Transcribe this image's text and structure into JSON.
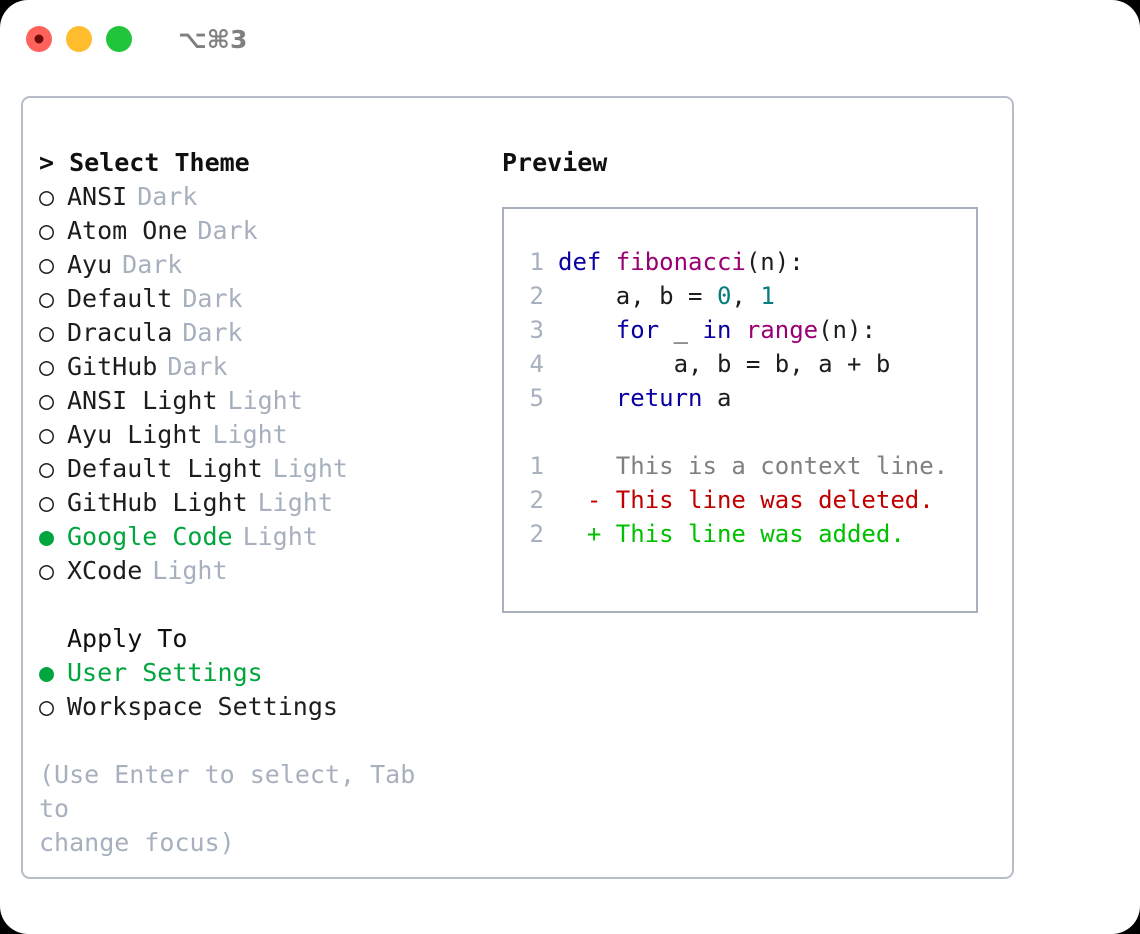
{
  "titlebar": {
    "shortcut": "⌥⌘3",
    "buttons": [
      {
        "name": "close",
        "color": "#ff625a"
      },
      {
        "name": "minimize",
        "color": "#ffbd2e"
      },
      {
        "name": "zoom",
        "color": "#21c53c"
      }
    ]
  },
  "theme_picker": {
    "header": "> Select Theme",
    "selected_bullet": "●",
    "unselected_bullet": "○",
    "accent_color": "#00a63d",
    "muted_color": "#a7b0be",
    "options": [
      {
        "name": "ANSI",
        "category": "Dark",
        "selected": false
      },
      {
        "name": "Atom One",
        "category": "Dark",
        "selected": false
      },
      {
        "name": "Ayu",
        "category": "Dark",
        "selected": false
      },
      {
        "name": "Default",
        "category": "Dark",
        "selected": false
      },
      {
        "name": "Dracula",
        "category": "Dark",
        "selected": false
      },
      {
        "name": "GitHub",
        "category": "Dark",
        "selected": false
      },
      {
        "name": "ANSI Light",
        "category": "Light",
        "selected": false
      },
      {
        "name": "Ayu Light",
        "category": "Light",
        "selected": false
      },
      {
        "name": "Default Light",
        "category": "Light",
        "selected": false
      },
      {
        "name": "GitHub Light",
        "category": "Light",
        "selected": false
      },
      {
        "name": "Google Code",
        "category": "Light",
        "selected": true
      },
      {
        "name": "XCode",
        "category": "Light",
        "selected": false
      }
    ]
  },
  "apply_to": {
    "header": "Apply To",
    "options": [
      {
        "name": "User Settings",
        "selected": true
      },
      {
        "name": "Workspace Settings",
        "selected": false
      }
    ]
  },
  "hint": {
    "line1": "(Use Enter to select, Tab to",
    "line2": "change focus)"
  },
  "preview": {
    "title": "Preview",
    "code_lines": [
      {
        "number": "1",
        "tokens": [
          {
            "t": "def ",
            "c": "kw"
          },
          {
            "t": "fibonacci",
            "c": "fn"
          },
          {
            "t": "(n):",
            "c": "pl"
          }
        ]
      },
      {
        "number": "2",
        "tokens": [
          {
            "t": "    a, b = ",
            "c": "pl"
          },
          {
            "t": "0",
            "c": "num"
          },
          {
            "t": ", ",
            "c": "pl"
          },
          {
            "t": "1",
            "c": "num"
          }
        ]
      },
      {
        "number": "3",
        "tokens": [
          {
            "t": "    ",
            "c": "pl"
          },
          {
            "t": "for ",
            "c": "kw"
          },
          {
            "t": "_ ",
            "c": "pl"
          },
          {
            "t": "in ",
            "c": "kw"
          },
          {
            "t": "range",
            "c": "fn"
          },
          {
            "t": "(n):",
            "c": "pl"
          }
        ]
      },
      {
        "number": "4",
        "tokens": [
          {
            "t": "        a, b = b, a + b",
            "c": "pl"
          }
        ]
      },
      {
        "number": "5",
        "tokens": [
          {
            "t": "    ",
            "c": "pl"
          },
          {
            "t": "return ",
            "c": "kw"
          },
          {
            "t": "a",
            "c": "pl"
          }
        ]
      }
    ],
    "diff_lines": [
      {
        "number": "1",
        "marker": "  ",
        "text": "This is a context line.",
        "kind": "context"
      },
      {
        "number": "2",
        "marker": "- ",
        "text": "This line was deleted.",
        "kind": "deleted"
      },
      {
        "number": "2",
        "marker": "+ ",
        "text": "This line was added.",
        "kind": "added"
      }
    ]
  }
}
